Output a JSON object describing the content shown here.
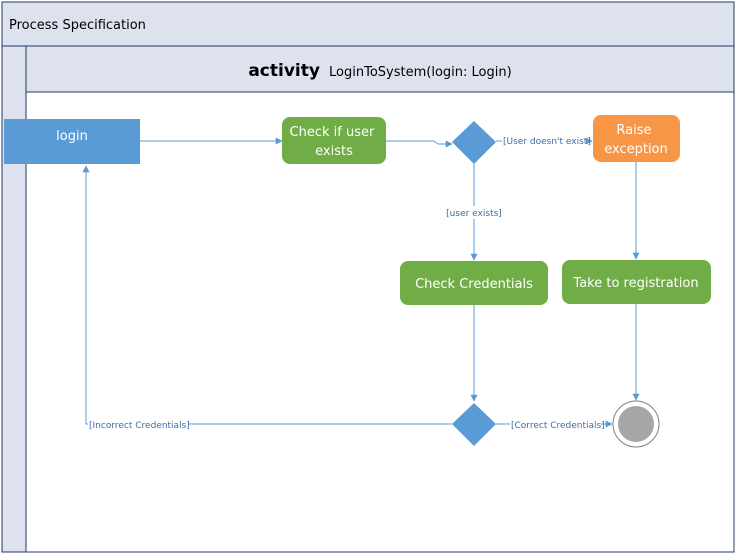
{
  "frame": {
    "header": "Process Specification",
    "activity_keyword": "activity",
    "activity_name": "LoginToSystem(login: Login)"
  },
  "nodes": {
    "login": "login",
    "check_user": [
      "Check if user",
      "exists"
    ],
    "raise": [
      "Raise",
      "exception"
    ],
    "check_credentials": "Check Credentials",
    "registration": "Take to registration"
  },
  "edge_labels": {
    "user_doesnt_exist": "[User doesn't exist]",
    "user_exists": "[user exists]",
    "incorrect_credentials": "[Incorrect Credentials]",
    "correct_credentials": "[Correct Credentials]"
  },
  "colors": {
    "frame_fill": "#dde2ee",
    "frame_stroke": "#1f3864",
    "login_fill": "#5b9bd5",
    "action_green": "#70ad47",
    "action_orange": "#f79646",
    "edge": "#5b9bd5",
    "final_fill": "#a6a6a6"
  }
}
